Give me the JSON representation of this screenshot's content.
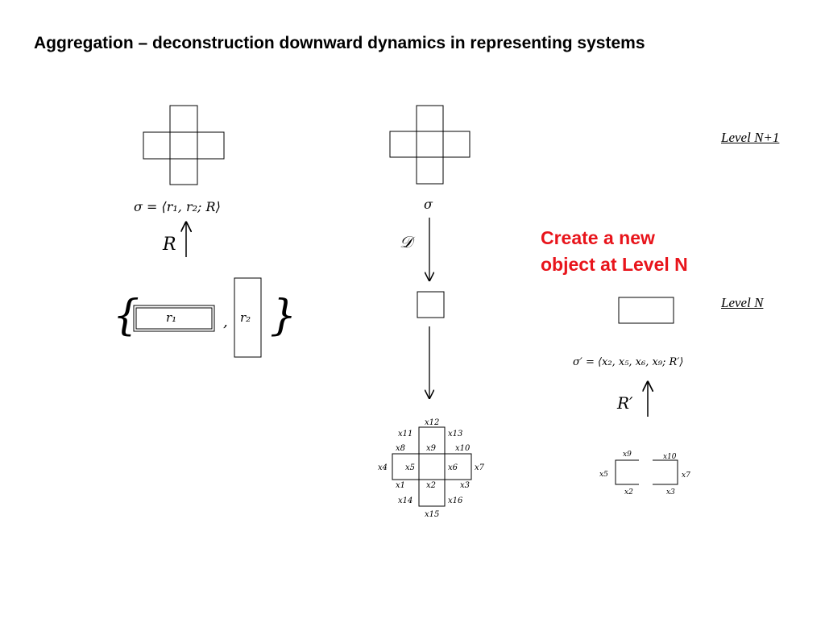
{
  "title": "Aggregation – deconstruction downward dynamics in representing systems",
  "levels": {
    "upper": "Level N+1",
    "lower": "Level N"
  },
  "note": {
    "line1": "Create a new",
    "line2": "object at Level N"
  },
  "left_panel": {
    "sigma_formula": "σ = ⟨r₁, r₂; R⟩",
    "relation_label": "R",
    "r1_label": "r₁",
    "r2_label": "r₂",
    "comma": ","
  },
  "middle_panel": {
    "sigma_label": "σ",
    "operator_label": "𝒟",
    "grid_labels": {
      "x1": "x1",
      "x2": "x2",
      "x3": "x3",
      "x4": "x4",
      "x5": "x5",
      "x6": "x6",
      "x7": "x7",
      "x8": "x8",
      "x9": "x9",
      "x10": "x10",
      "x11": "x11",
      "x12": "x12",
      "x13": "x13",
      "x14": "x14",
      "x15": "x15",
      "x16": "x16"
    }
  },
  "right_panel": {
    "sigma_prime_formula": "σ′ = ⟨x₂, x₅, x₆, x₉; R′⟩",
    "relation_label": "R′",
    "x9": "x9",
    "x10": "x10",
    "x5": "x5",
    "x7": "x7",
    "x2": "x2",
    "x3": "x3"
  }
}
